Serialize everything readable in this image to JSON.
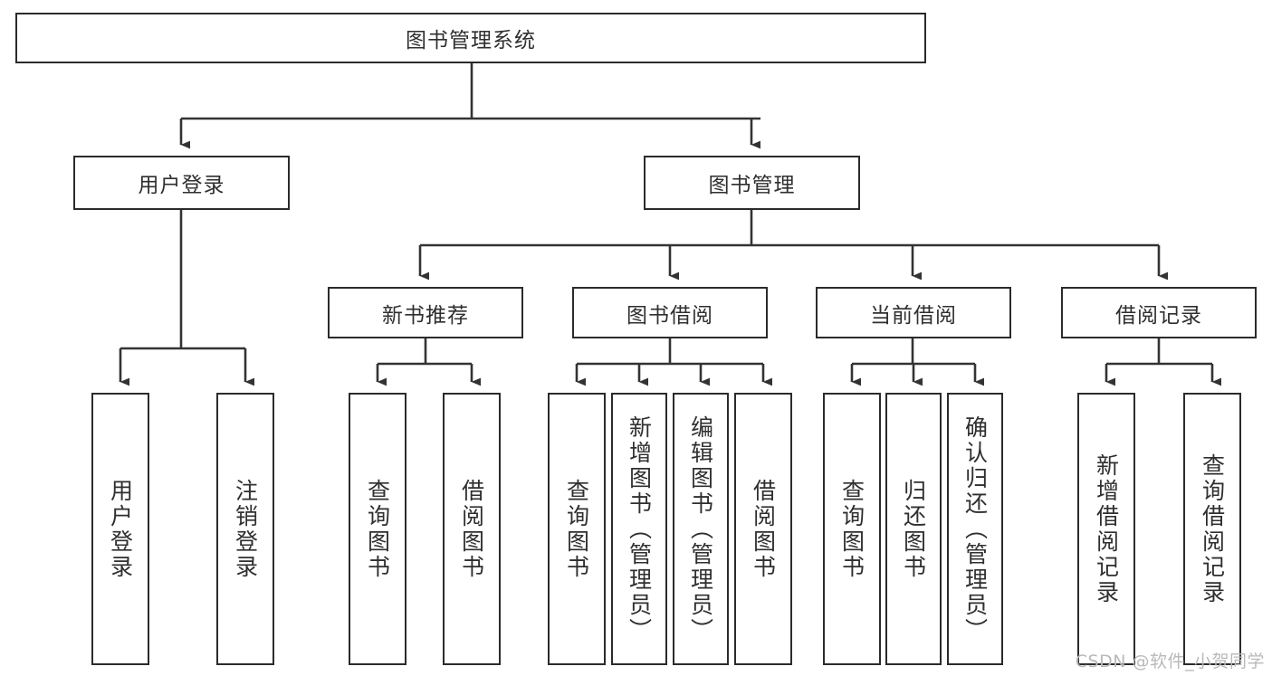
{
  "diagram": {
    "title": "图书管理系统",
    "type": "tree",
    "watermark": "CSDN @软件_小贺同学",
    "colors": {
      "box_border": "#2b2b2b",
      "box_fill": "#ffffff",
      "connector": "#333333",
      "text": "#2f2f2f",
      "watermark": "#b9b9b9",
      "background": "#ffffff"
    },
    "levels": {
      "root": {
        "label": "图书管理系统"
      },
      "level2": [
        {
          "label": "用户登录"
        },
        {
          "label": "图书管理"
        }
      ],
      "level3": [
        {
          "label": "新书推荐"
        },
        {
          "label": "图书借阅"
        },
        {
          "label": "当前借阅"
        },
        {
          "label": "借阅记录"
        }
      ],
      "leaves": {
        "user_login": [
          {
            "label": "用户登录"
          },
          {
            "label": "注销登录"
          }
        ],
        "new_book_recommend": [
          {
            "label": "查询图书"
          },
          {
            "label": "借阅图书"
          }
        ],
        "book_borrow": [
          {
            "label": "查询图书"
          },
          {
            "label": "新增图书（管理员）"
          },
          {
            "label": "编辑图书（管理员）"
          },
          {
            "label": "借阅图书"
          }
        ],
        "current_borrow": [
          {
            "label": "查询图书"
          },
          {
            "label": "归还图书"
          },
          {
            "label": "确认归还（管理员）"
          }
        ],
        "borrow_record": [
          {
            "label": "新增借阅记录"
          },
          {
            "label": "查询借阅记录"
          }
        ]
      }
    }
  }
}
